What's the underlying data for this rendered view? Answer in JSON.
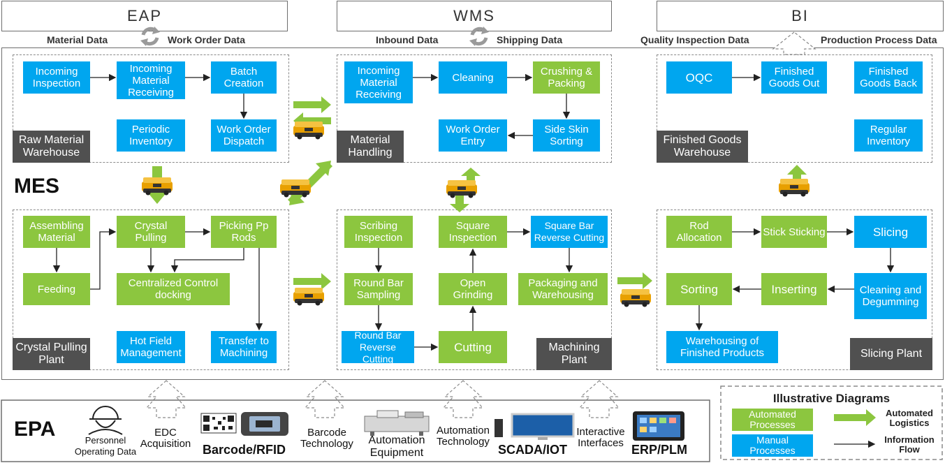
{
  "top": {
    "eap": "EAP",
    "wms": "WMS",
    "bi": "BI",
    "eap_left": "Material Data",
    "eap_right": "Work Order Data",
    "wms_left": "Inbound Data",
    "wms_right": "Shipping Data",
    "bi_left": "Quality Inspection Data",
    "bi_right": "Production Process Data"
  },
  "mes_label": "MES",
  "raw": {
    "label": "Raw Material Warehouse",
    "incoming_inspection": "Incoming Inspection",
    "incoming_receiving": "Incoming Material Receiving",
    "batch_creation": "Batch Creation",
    "periodic_inventory": "Periodic Inventory",
    "work_order_dispatch": "Work Order Dispatch"
  },
  "handling": {
    "label": "Material Handling",
    "incoming_receiving": "Incoming Material Receiving",
    "cleaning": "Cleaning",
    "crushing": "Crushing & Packing",
    "work_order_entry": "Work Order Entry",
    "side_skin": "Side Skin Sorting"
  },
  "finished": {
    "label": "Finished Goods Warehouse",
    "oqc": "OQC",
    "goods_out": "Finished Goods Out",
    "goods_back": "Finished Goods Back",
    "regular_inventory": "Regular Inventory"
  },
  "crystal": {
    "label": "Crystal Pulling Plant",
    "assembling": "Assembling Material",
    "pulling": "Crystal Pulling",
    "picking": "Picking Pp Rods",
    "feeding": "Feeding",
    "central": "Centralized Control docking",
    "hotfield": "Hot Field Management",
    "transfer": "Transfer to Machining"
  },
  "machining": {
    "label": "Machining Plant",
    "scribing": "Scribing Inspection",
    "square_insp": "Square Inspection",
    "square_rev": "Square Bar Reverse Cutting",
    "round_sampling": "Round Bar Sampling",
    "open_grinding": "Open Grinding",
    "packaging": "Packaging and Warehousing",
    "round_rev": "Round Bar Reverse Cutting",
    "cutting": "Cutting"
  },
  "slicing": {
    "label": "Slicing Plant",
    "rod_alloc": "Rod Allocation",
    "stick": "Stick Sticking",
    "slicing": "Slicing",
    "sorting": "Sorting",
    "inserting": "Inserting",
    "cleaning": "Cleaning and Degumming",
    "warehousing": "Warehousing of Finished Products"
  },
  "epa": {
    "label": "EPA",
    "personnel": "Personnel Operating Data",
    "edc": "EDC Acquisition",
    "barcode_rfid": "Barcode/RFID",
    "barcode_tech": "Barcode Technology",
    "automation_equipment": "Automation Equipment",
    "automation_tech": "Automation Technology",
    "scada": "SCADA/IOT",
    "interactive": "Interactive Interfaces",
    "erp": "ERP/PLM"
  },
  "legend": {
    "title": "Illustrative Diagrams",
    "automated_processes": "Automated Processes",
    "manual_processes": "Manual Processes",
    "automated_logistics": "Automated Logistics",
    "information_flow": "Information Flow"
  },
  "colors": {
    "automated": "#8cc63f",
    "manual": "#00a6ef",
    "zone_label": "#505050"
  }
}
